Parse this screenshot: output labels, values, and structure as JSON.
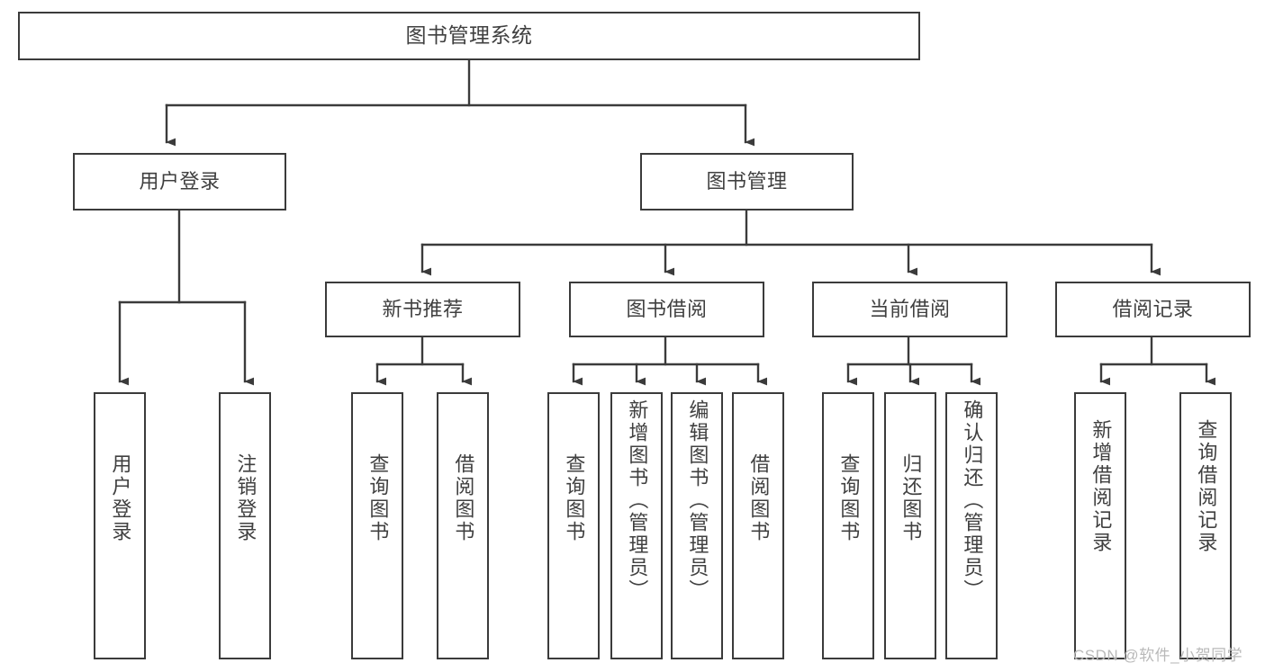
{
  "diagram": {
    "type": "tree-hierarchy-chart",
    "title": "图书管理系统",
    "colors": {
      "background": "#ffffff",
      "box_border": "#3b3b3b",
      "box_fill": "#ffffff",
      "text": "#404040",
      "connector": "#3b3b3b",
      "watermark": "#b9b9b9"
    },
    "watermark": "CSDN @软件_小贺同学",
    "root": {
      "label": "图书管理系统",
      "children": [
        {
          "label": "用户登录",
          "children": [
            {
              "label": "用户登录"
            },
            {
              "label": "注销登录"
            }
          ]
        },
        {
          "label": "图书管理",
          "children": [
            {
              "label": "新书推荐",
              "children": [
                {
                  "label": "查询图书"
                },
                {
                  "label": "借阅图书"
                }
              ]
            },
            {
              "label": "图书借阅",
              "children": [
                {
                  "label": "查询图书"
                },
                {
                  "label": "新增图书（管理员）"
                },
                {
                  "label": "编辑图书（管理员）"
                },
                {
                  "label": "借阅图书"
                }
              ]
            },
            {
              "label": "当前借阅",
              "children": [
                {
                  "label": "查询图书"
                },
                {
                  "label": "归还图书"
                },
                {
                  "label": "确认归还（管理员）"
                }
              ]
            },
            {
              "label": "借阅记录",
              "children": [
                {
                  "label": "新增借阅记录"
                },
                {
                  "label": "查询借阅记录"
                }
              ]
            }
          ]
        }
      ]
    },
    "nodes": {
      "root": "图书管理系统",
      "l1": {
        "user_login": "用户登录",
        "book_manage": "图书管理"
      },
      "l2": {
        "new_book_rec": "新书推荐",
        "book_borrow": "图书借阅",
        "current_borrow": "当前借阅",
        "borrow_record": "借阅记录"
      },
      "leaves": {
        "login_a": "用户登录",
        "login_b": "注销登录",
        "rec_a": "查询图书",
        "rec_b": "借阅图书",
        "borrow_a": "查询图书",
        "borrow_b": "新增图书（管理员）",
        "borrow_c": "编辑图书（管理员）",
        "borrow_d": "借阅图书",
        "cur_a": "查询图书",
        "cur_b": "归还图书",
        "cur_c": "确认归还（管理员）",
        "rec2_a": "新增借阅记录",
        "rec2_b": "查询借阅记录"
      }
    }
  }
}
